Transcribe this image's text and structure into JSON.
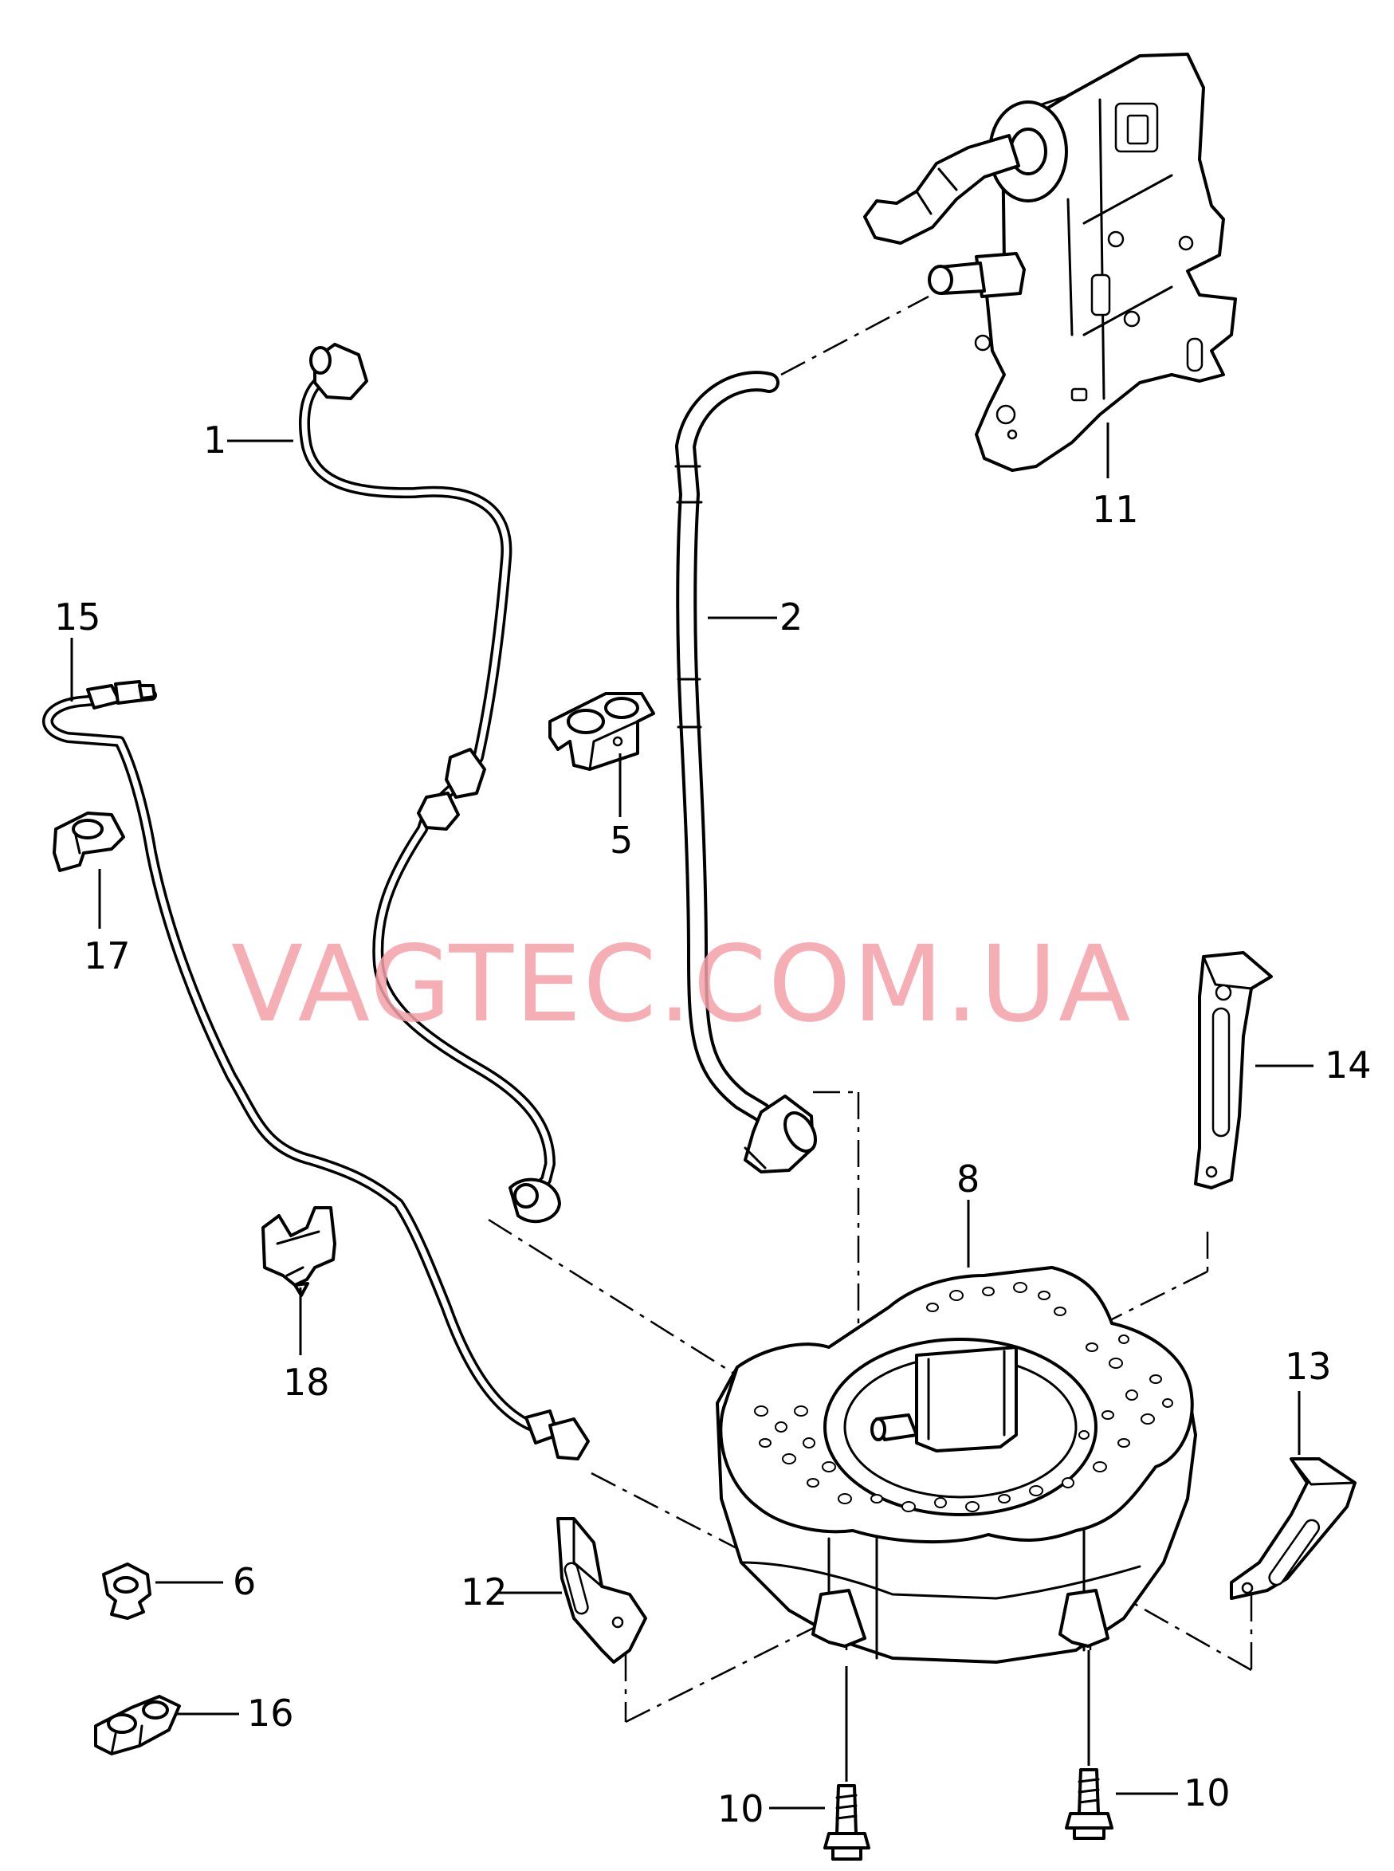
{
  "watermark": "VAGTEC.COM.UA",
  "callouts": {
    "c1": "1",
    "c2": "2",
    "c5": "5",
    "c6": "6",
    "c8": "8",
    "c10a": "10",
    "c10b": "10",
    "c11": "11",
    "c12": "12",
    "c13": "13",
    "c14": "14",
    "c15": "15",
    "c16": "16",
    "c17": "17",
    "c18": "18"
  }
}
